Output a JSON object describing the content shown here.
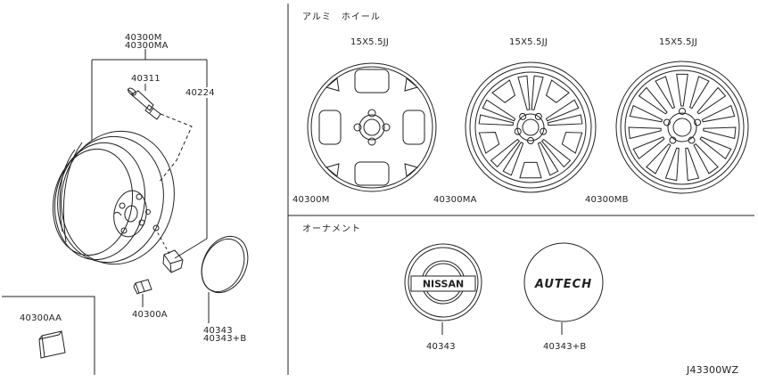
{
  "diagram_code": "J43300WZ",
  "left_assembly": {
    "wheel_callout": [
      "40300M",
      "40300MA"
    ],
    "valve_part": "40311",
    "valve_cap_part": "40224",
    "balance_weight_part": "40300A",
    "ornament_callout": [
      "40343",
      "40343+B"
    ]
  },
  "inset": {
    "part": "40300AA"
  },
  "alloy_section": {
    "heading": "アルミ　ホイール",
    "wheels": [
      {
        "size": "15X5.5JJ",
        "part": "40300M"
      },
      {
        "size": "15X5.5JJ",
        "part": "40300MA"
      },
      {
        "size": "15X5.5JJ",
        "part": "40300MB"
      }
    ]
  },
  "ornament_section": {
    "heading": "オーナメント",
    "items": [
      {
        "badge": "NISSAN",
        "part": "40343"
      },
      {
        "badge": "AUTECH",
        "part": "40343+B"
      }
    ]
  },
  "colors": {
    "line": "#222222",
    "background": "#ffffff"
  }
}
